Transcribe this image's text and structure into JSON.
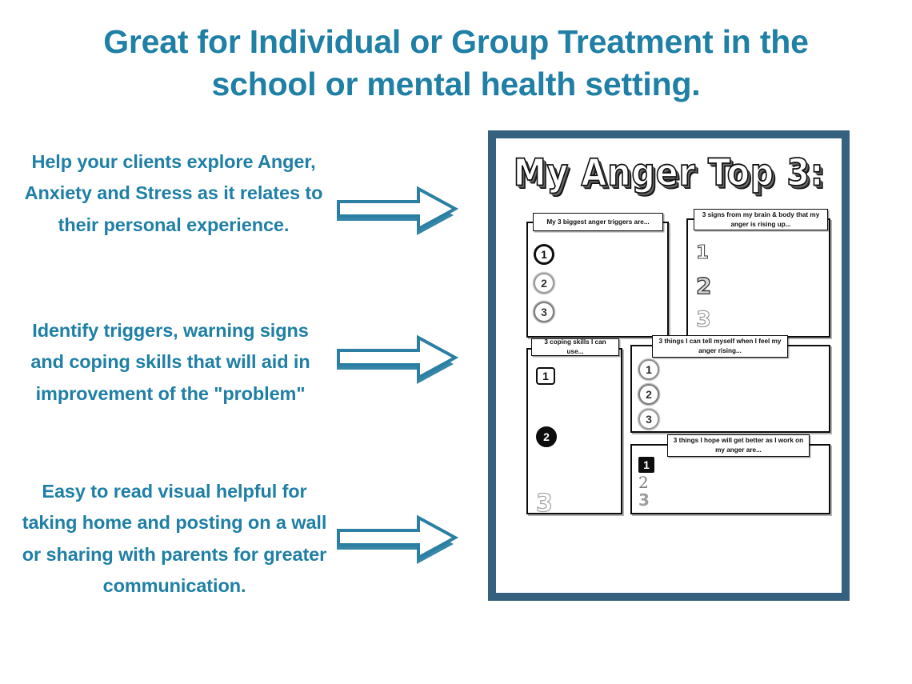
{
  "theme": {
    "teal": "#1f7fa5",
    "frame_blue": "#35607f",
    "ink": "#0d0d0d",
    "page_bg": "#ffffff"
  },
  "headline": {
    "line1": "Great for Individual or Group Treatment in the",
    "line2": "school or mental health setting."
  },
  "blurbs": [
    {
      "text": "Help your clients explore Anger, Anxiety and Stress as it relates to their personal experience."
    },
    {
      "text": "Identify triggers, warning signs and coping skills that will aid in improvement of the \"problem\""
    },
    {
      "text": "Easy to read visual helpful for taking home and posting on a wall or sharing with parents for greater communication."
    }
  ],
  "arrows": [
    {
      "icon": "right-arrow-icon"
    },
    {
      "icon": "right-arrow-icon"
    },
    {
      "icon": "right-arrow-icon"
    }
  ],
  "worksheet": {
    "title": "My Anger Top 3:",
    "panels": [
      {
        "id": "triggers",
        "caption": "My 3 biggest anger triggers are...",
        "markers": [
          {
            "label": "1",
            "style": "circle black ring"
          },
          {
            "label": "2",
            "style": "circle gray ring"
          },
          {
            "label": "3",
            "style": "circle dashed ring"
          }
        ]
      },
      {
        "id": "signs",
        "caption": "3 signs from my brain & body that my anger is rising up...",
        "markers": [
          {
            "label": "1",
            "style": "dashed outline numeral"
          },
          {
            "label": "2",
            "style": "hatched outline numeral"
          },
          {
            "label": "3",
            "style": "gray outline numeral"
          }
        ]
      },
      {
        "id": "coping",
        "caption": "3 coping skills I can use...",
        "markers": [
          {
            "label": "1",
            "style": "rounded square outline"
          },
          {
            "label": "2",
            "style": "solid black circle"
          },
          {
            "label": "3",
            "style": "large gray outline numeral"
          }
        ]
      },
      {
        "id": "tell-myself",
        "caption": "3 things I can tell myself when I feel my anger rising...",
        "markers": [
          {
            "label": "1",
            "style": "circle thin gray ring"
          },
          {
            "label": "2",
            "style": "circle dashed ring"
          },
          {
            "label": "3",
            "style": "circle gray ring"
          }
        ]
      },
      {
        "id": "hope",
        "caption": "3 things I hope will get better as I work on my anger are...",
        "markers": [
          {
            "label": "1",
            "style": "solid black square"
          },
          {
            "label": "2",
            "style": "gray serif numeral"
          },
          {
            "label": "3",
            "style": "gray filled numeral"
          }
        ]
      }
    ]
  }
}
